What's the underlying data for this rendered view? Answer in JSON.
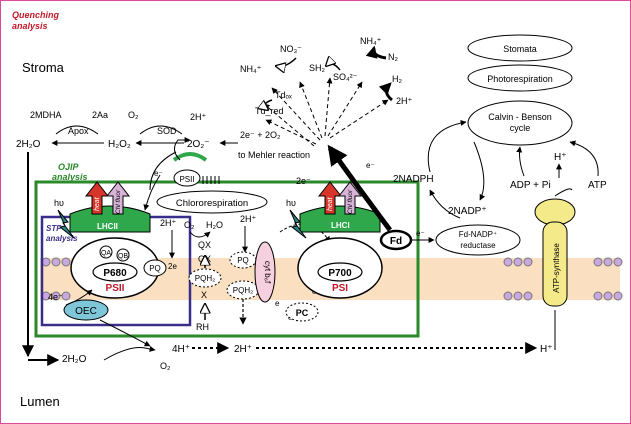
{
  "header": {
    "quenching": "Quenching",
    "analysis": "analysis"
  },
  "compartments": {
    "stroma": "Stroma",
    "lumen": "Lumen"
  },
  "boxes": {
    "ojip_title": "OJIP",
    "ojip_sub": "analysis",
    "stf_title": "STF",
    "stf_sub": "analysis"
  },
  "psii": {
    "name": "PSII",
    "center": "P680",
    "qa": "QA",
    "qb": "QB",
    "pq": "PQ",
    "lhcii": "LHCII",
    "heat": "heat",
    "chl_fluor": "Chl fluor",
    "light": "hυ",
    "oec": "OEC",
    "electrons": "4e⁻",
    "water": "2H₂O",
    "oxygen": "O₂",
    "small_psii": "PSII",
    "pq_2e": "2e",
    "pqh2_left": "PQH₂",
    "x": "X",
    "rh": "RH"
  },
  "chlororespiration": {
    "label": "Chlororespiration",
    "o2": "O₂",
    "h2o": "H₂O",
    "qx": "QX",
    "ox": "OX",
    "h_in": "2H⁺",
    "h_in2": "2H⁺"
  },
  "cyt": {
    "label": "cyt b₆f",
    "pq": "PQ",
    "pqh2": "PQH₂",
    "pc": "PC",
    "e1": "e",
    "e2": "e",
    "e3": "e"
  },
  "psi": {
    "name": "PSI",
    "center": "P700",
    "lhci": "LHCI",
    "heat": "heat",
    "chl_fluor": "Chl fluor",
    "light": "hυ",
    "fd": "Fd",
    "electrons": "2e⁻",
    "e": "e⁻",
    "fnr_line1": "Fd-NADP⁺",
    "fnr_line2": "reductase"
  },
  "mehler": {
    "label": "to Mehler reaction",
    "eq": "2e⁻ + 2O₂",
    "superoxide": "2O₂⁻",
    "sod": "SOD",
    "o2": "O₂",
    "h": "2H⁺",
    "h2o2": "H₂O₂",
    "apox": "Apox",
    "mdha": "2MDHA",
    "asc": "2Aa",
    "water": "2H₂O"
  },
  "assimilation": {
    "no3": "NO₃⁻",
    "nh4a": "NH₄⁺",
    "sh2": "SH₂",
    "so4": "SO₄²⁻",
    "nh4b": "NH₄⁺",
    "n2": "N₂",
    "h2": "H₂",
    "h2plus": "2H⁺",
    "tdox": "Tdₒₓ",
    "tdred": "Td_red"
  },
  "calvin": {
    "stomata": "Stomata",
    "photorespiration": "Photorespiration",
    "cycle_line1": "Calvin - Benson",
    "cycle_line2": "cycle",
    "nadph": "2NADPH",
    "nadp": "2NADP⁺",
    "adp": "ADP + Pi",
    "atp": "ATP",
    "h": "H⁺"
  },
  "atpsynthase": {
    "label": "ATP-synthase"
  },
  "lumen_flow": {
    "h4": "4H⁺",
    "h2": "2H⁺",
    "h_end": "H⁺"
  },
  "colors": {
    "green": "#2a8a2a",
    "membrane": "#fae0c0",
    "stf": "#3a2e8c",
    "oec": "#7fc7d8",
    "heat": "#d8352a",
    "chl": "#d7b3d8",
    "lhc": "#2ea84a",
    "atp": "#f4ea8a",
    "frame": "#e04a9a",
    "title": "#c0182a"
  }
}
